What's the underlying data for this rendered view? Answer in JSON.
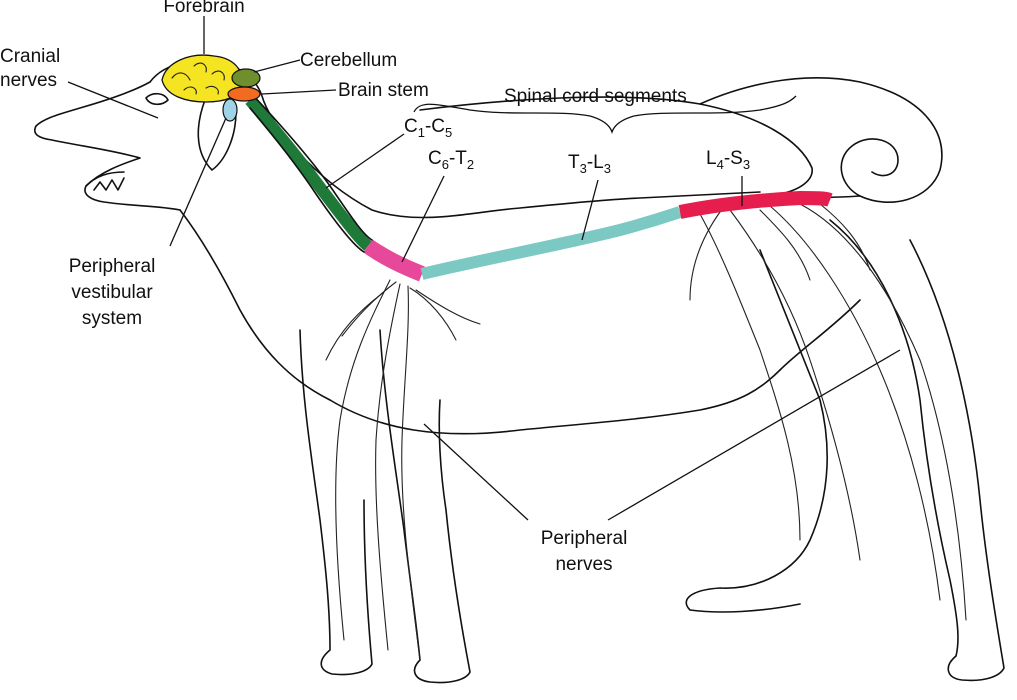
{
  "labels": {
    "forebrain": "Forebrain",
    "cranial_nerves_1": "Cranial",
    "cranial_nerves_2": "nerves",
    "cerebellum": "Cerebellum",
    "brain_stem": "Brain stem",
    "spinal_cord_segments": "Spinal cord segments",
    "cervical": {
      "a": "C",
      "a_sub": "1",
      "sep": "-C",
      "b_sub": "5"
    },
    "cervicothoracic": {
      "a": "C",
      "a_sub": "6",
      "sep": "-T",
      "b_sub": "2"
    },
    "thoracolumbar": {
      "a": "T",
      "a_sub": "3",
      "sep": "-L",
      "b_sub": "3"
    },
    "lumbosacral": {
      "a": "L",
      "a_sub": "4",
      "sep": "-S",
      "b_sub": "3"
    },
    "peripheral_vestibular_1": "Peripheral",
    "peripheral_vestibular_2": "vestibular",
    "peripheral_vestibular_3": "system",
    "peripheral_nerves_1": "Peripheral",
    "peripheral_nerves_2": "nerves"
  },
  "colors": {
    "forebrain": "#f5e422",
    "cerebellum": "#6e8f2c",
    "brain_stem": "#f36a21",
    "cervical_segment": "#1f7a3a",
    "cervicothoracic_segment": "#e8489a",
    "thoracolumbar_segment": "#7cc9c4",
    "lumbosacral_segment": "#e61e4d",
    "vestibular": "#9fd3e8"
  }
}
